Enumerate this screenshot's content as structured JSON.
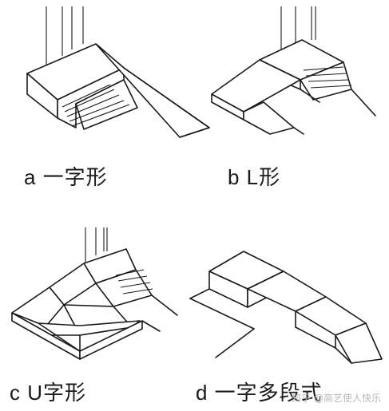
{
  "captions": {
    "a": "a 一字形",
    "b": "b L形",
    "c": "c U字形",
    "d": "d 一字多段式"
  },
  "watermark": "知乎 @高艺使人快乐"
}
